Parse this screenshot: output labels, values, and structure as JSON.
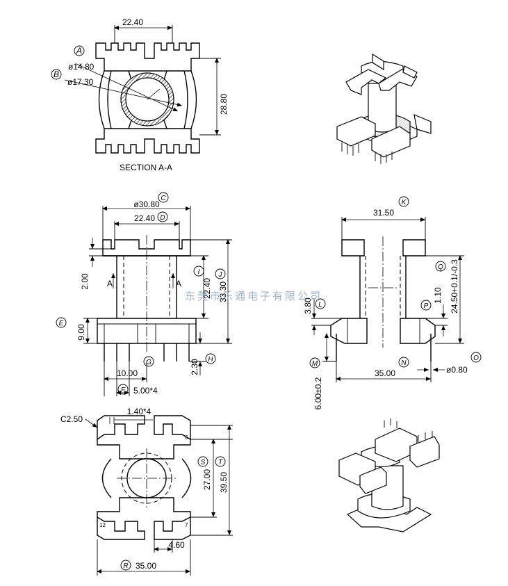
{
  "section": {
    "caption": "SECTION A-A",
    "dims": {
      "top_width": "22.40",
      "height": "28.80",
      "dia_inner": "ø14.80",
      "dia_outer": "ø17.30"
    },
    "callouts": {
      "a": "A",
      "b": "B"
    }
  },
  "front": {
    "dims": {
      "overall": "ø30.80",
      "inner": "22.40",
      "flange": "2.00",
      "inner_h": "22.40",
      "total_h": "33.30",
      "base": "9.00",
      "pin_off": "2.30",
      "pitch1": "10.00",
      "pitch2": "5.00*4"
    },
    "section_marks": {
      "left": "A",
      "right": "A"
    },
    "callouts": {
      "c": "C",
      "d": "D",
      "e": "E",
      "f": "F",
      "g": "G",
      "h": "H",
      "i": "I",
      "j": "J"
    }
  },
  "side": {
    "dims": {
      "top": "31.50",
      "offset": "3.80",
      "p": "1.10",
      "q": "24.50+0.1/-0.3",
      "pins": "35.00",
      "pin_dia": "ø0.80",
      "pin_len": "6.00±0.2"
    },
    "callouts": {
      "k": "K",
      "l": "L",
      "m": "M",
      "n": "N",
      "o": "O",
      "p": "P",
      "q": "Q"
    }
  },
  "bottom": {
    "dims": {
      "chamfer": "C2.50",
      "pitch": "1.40*4",
      "inner_h": "27.00",
      "outer_h": "39.50",
      "slot": "4.60",
      "width": "35.00"
    },
    "pin_numbers": {
      "pin6": "6",
      "pin7": "7",
      "pin12": "12"
    },
    "callouts": {
      "r": "R",
      "s": "S",
      "t": "T"
    }
  },
  "watermark": "东莞市乐通电子有限公司"
}
